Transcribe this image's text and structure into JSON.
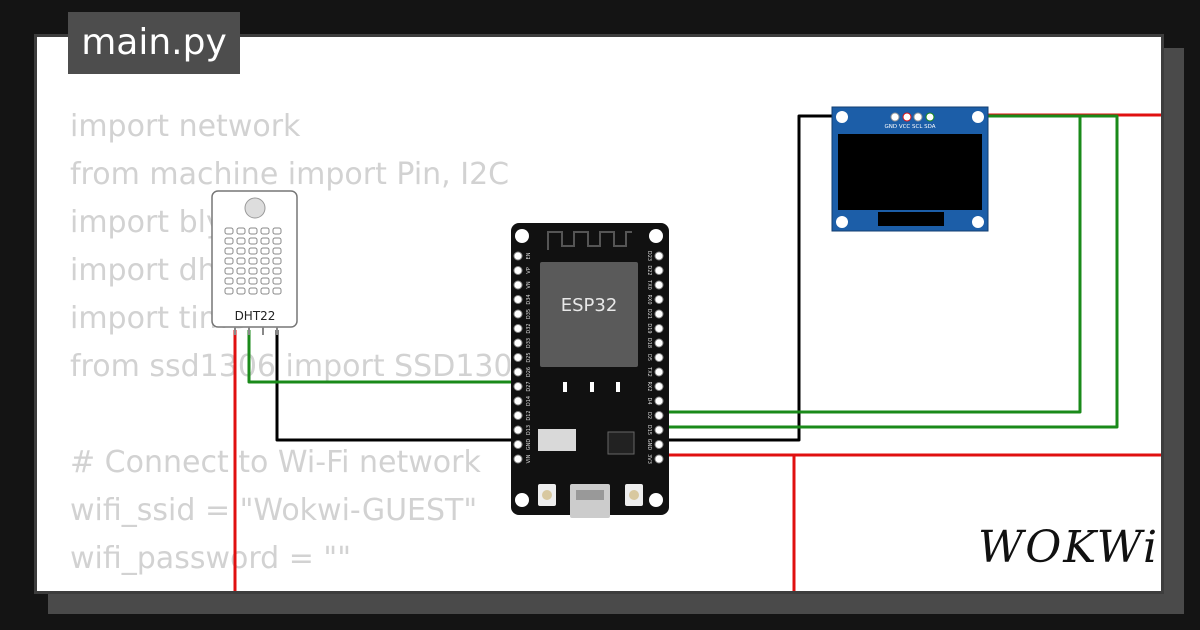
{
  "tab": {
    "filename": "main.py"
  },
  "code_lines": [
    "import network",
    "from machine import Pin, I2C",
    "import blynk",
    "import dht",
    "import time",
    "from ssd1306 import SSD1306",
    "",
    "# Connect to Wi-Fi network",
    "wifi_ssid = \"Wokwi-GUEST\"",
    "wifi_password = \"\""
  ],
  "components": {
    "sensor": {
      "label": "DHT22"
    },
    "board": {
      "label": "ESP32",
      "left_pins": [
        "EN",
        "VP",
        "VN",
        "D34",
        "D35",
        "D32",
        "D33",
        "D25",
        "D26",
        "D27",
        "D14",
        "D12",
        "D13",
        "GND",
        "VIN"
      ],
      "right_pins": [
        "D23",
        "D22",
        "TX0",
        "RX0",
        "D21",
        "D19",
        "D18",
        "D5",
        "TX2",
        "RX2",
        "D4",
        "D2",
        "D15",
        "GND",
        "3V3"
      ]
    },
    "display": {
      "pin_labels": "GND VCC SCL SDA"
    }
  },
  "brand": {
    "name": "WOKWi"
  },
  "colors": {
    "wire_green": "#1a8a1a",
    "wire_black": "#000000",
    "wire_red": "#e01010",
    "board": "#111111",
    "chip": "#5a5a5a",
    "oled_pcb": "#1c5ea8"
  }
}
